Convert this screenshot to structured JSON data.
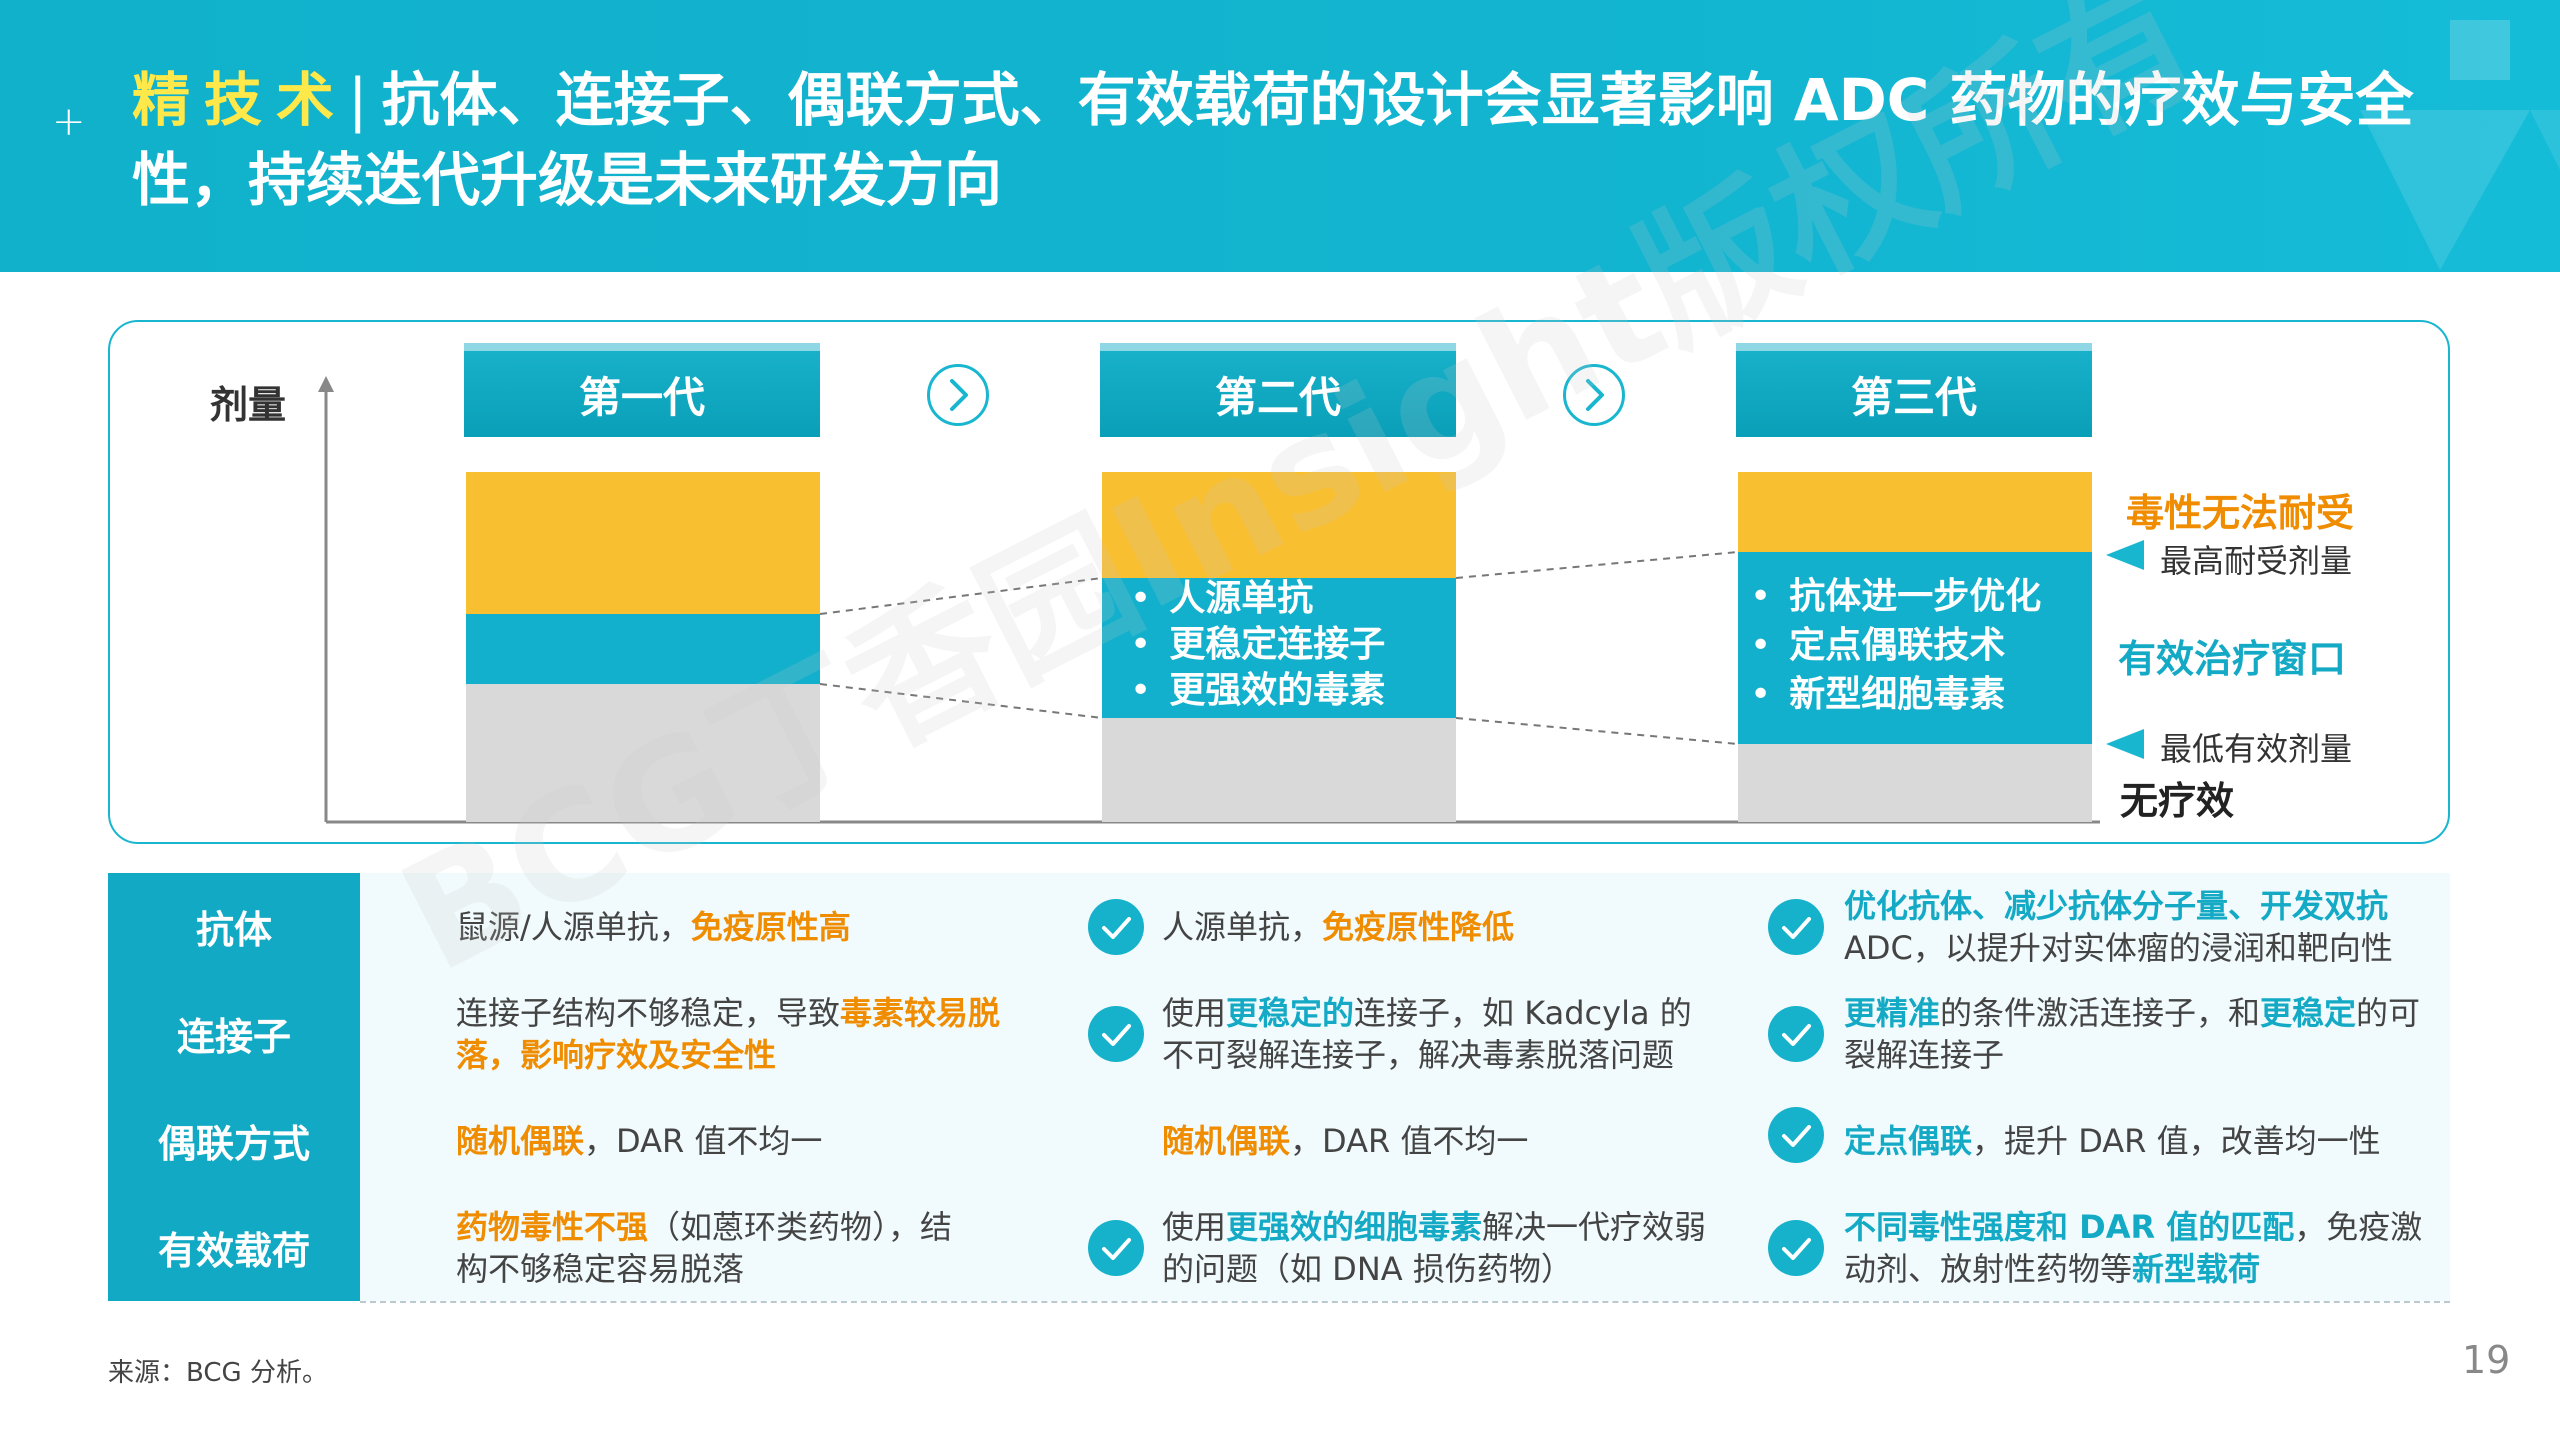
{
  "header": {
    "keyword": "精技术",
    "divider": "|",
    "title": "抗体、连接子、偶联方式、有效载荷的设计会显著影响 ADC 药物的疗效与安全性，持续迭代升级是未来研发方向",
    "plus": "+"
  },
  "diagram": {
    "y_axis_label": "剂量",
    "generations": [
      {
        "label": "第一代",
        "bullets": []
      },
      {
        "label": "第二代",
        "bullets": [
          "人源单抗",
          "更稳定连接子",
          "更强效的毒素"
        ]
      },
      {
        "label": "第三代",
        "bullets": [
          "抗体进一步优化",
          "定点偶联技术",
          "新型细胞毒素"
        ]
      }
    ],
    "side_labels": {
      "toxicity": "毒性无法耐受",
      "max_dose": "最高耐受剂量",
      "window": "有效治疗窗口",
      "min_dose": "最低有效剂量",
      "no_effect": "无疗效"
    },
    "colors": {
      "toxic": "#f8bf30",
      "window": "#12b0cc",
      "ineffective": "#d9d9d9",
      "accent_orange": "#f08c00",
      "accent_blue": "#14a9c4"
    }
  },
  "table": {
    "rows": [
      {
        "label": "抗体",
        "gen1": [
          [
            "t",
            "鼠源/人源单抗，"
          ],
          [
            "o",
            "免疫原性高"
          ]
        ],
        "gen2": [
          [
            "t",
            "人源单抗，"
          ],
          [
            "o",
            "免疫原性降低"
          ]
        ],
        "gen2_check": true,
        "gen3": [
          [
            "b",
            "优化抗体、减少抗体分子量、开发双抗"
          ],
          [
            "t",
            "ADC，以提升对实体瘤的浸润和靶向性"
          ]
        ],
        "gen3_check": true
      },
      {
        "label": "连接子",
        "gen1": [
          [
            "t",
            "连接子结构不够稳定，导致"
          ],
          [
            "o",
            "毒素较易脱落，影响疗效及安全性"
          ]
        ],
        "gen2": [
          [
            "t",
            "使用"
          ],
          [
            "b",
            "更稳定的"
          ],
          [
            "t",
            "连接子，如 Kadcyla 的不可裂解连接子，解决毒素脱落问题"
          ]
        ],
        "gen2_check": true,
        "gen3": [
          [
            "b",
            "更精准"
          ],
          [
            "t",
            "的条件激活连接子，和"
          ],
          [
            "b",
            "更稳定"
          ],
          [
            "t",
            "的可裂解连接子"
          ]
        ],
        "gen3_check": true
      },
      {
        "label": "偶联方式",
        "gen1": [
          [
            "o",
            "随机偶联"
          ],
          [
            "t",
            "，DAR 值不均一"
          ]
        ],
        "gen2": [
          [
            "o",
            "随机偶联"
          ],
          [
            "t",
            "，DAR  值不均一"
          ]
        ],
        "gen2_check": false,
        "gen3": [
          [
            "b",
            "定点偶联"
          ],
          [
            "t",
            "，提升 DAR 值，改善均一性"
          ]
        ],
        "gen3_check": true
      },
      {
        "label": "有效载荷",
        "gen1": [
          [
            "o",
            "药物毒性不强"
          ],
          [
            "t",
            "（如蒽环类药物），结构不够稳定容易脱落"
          ]
        ],
        "gen2": [
          [
            "t",
            "使用"
          ],
          [
            "b",
            "更强效的细胞毒素"
          ],
          [
            "t",
            "解决一代疗效弱的问题（如 DNA 损伤药物）"
          ]
        ],
        "gen2_check": true,
        "gen3": [
          [
            "b",
            "不同毒性强度和 DAR 值的匹配"
          ],
          [
            "t",
            "，免疫激动剂、放射性药物等"
          ],
          [
            "b",
            "新型载荷"
          ]
        ],
        "gen3_check": true
      }
    ]
  },
  "footer": {
    "source": "来源：BCG 分析。",
    "page": "19"
  },
  "watermark": "BCG丁香园Insight版权所有"
}
